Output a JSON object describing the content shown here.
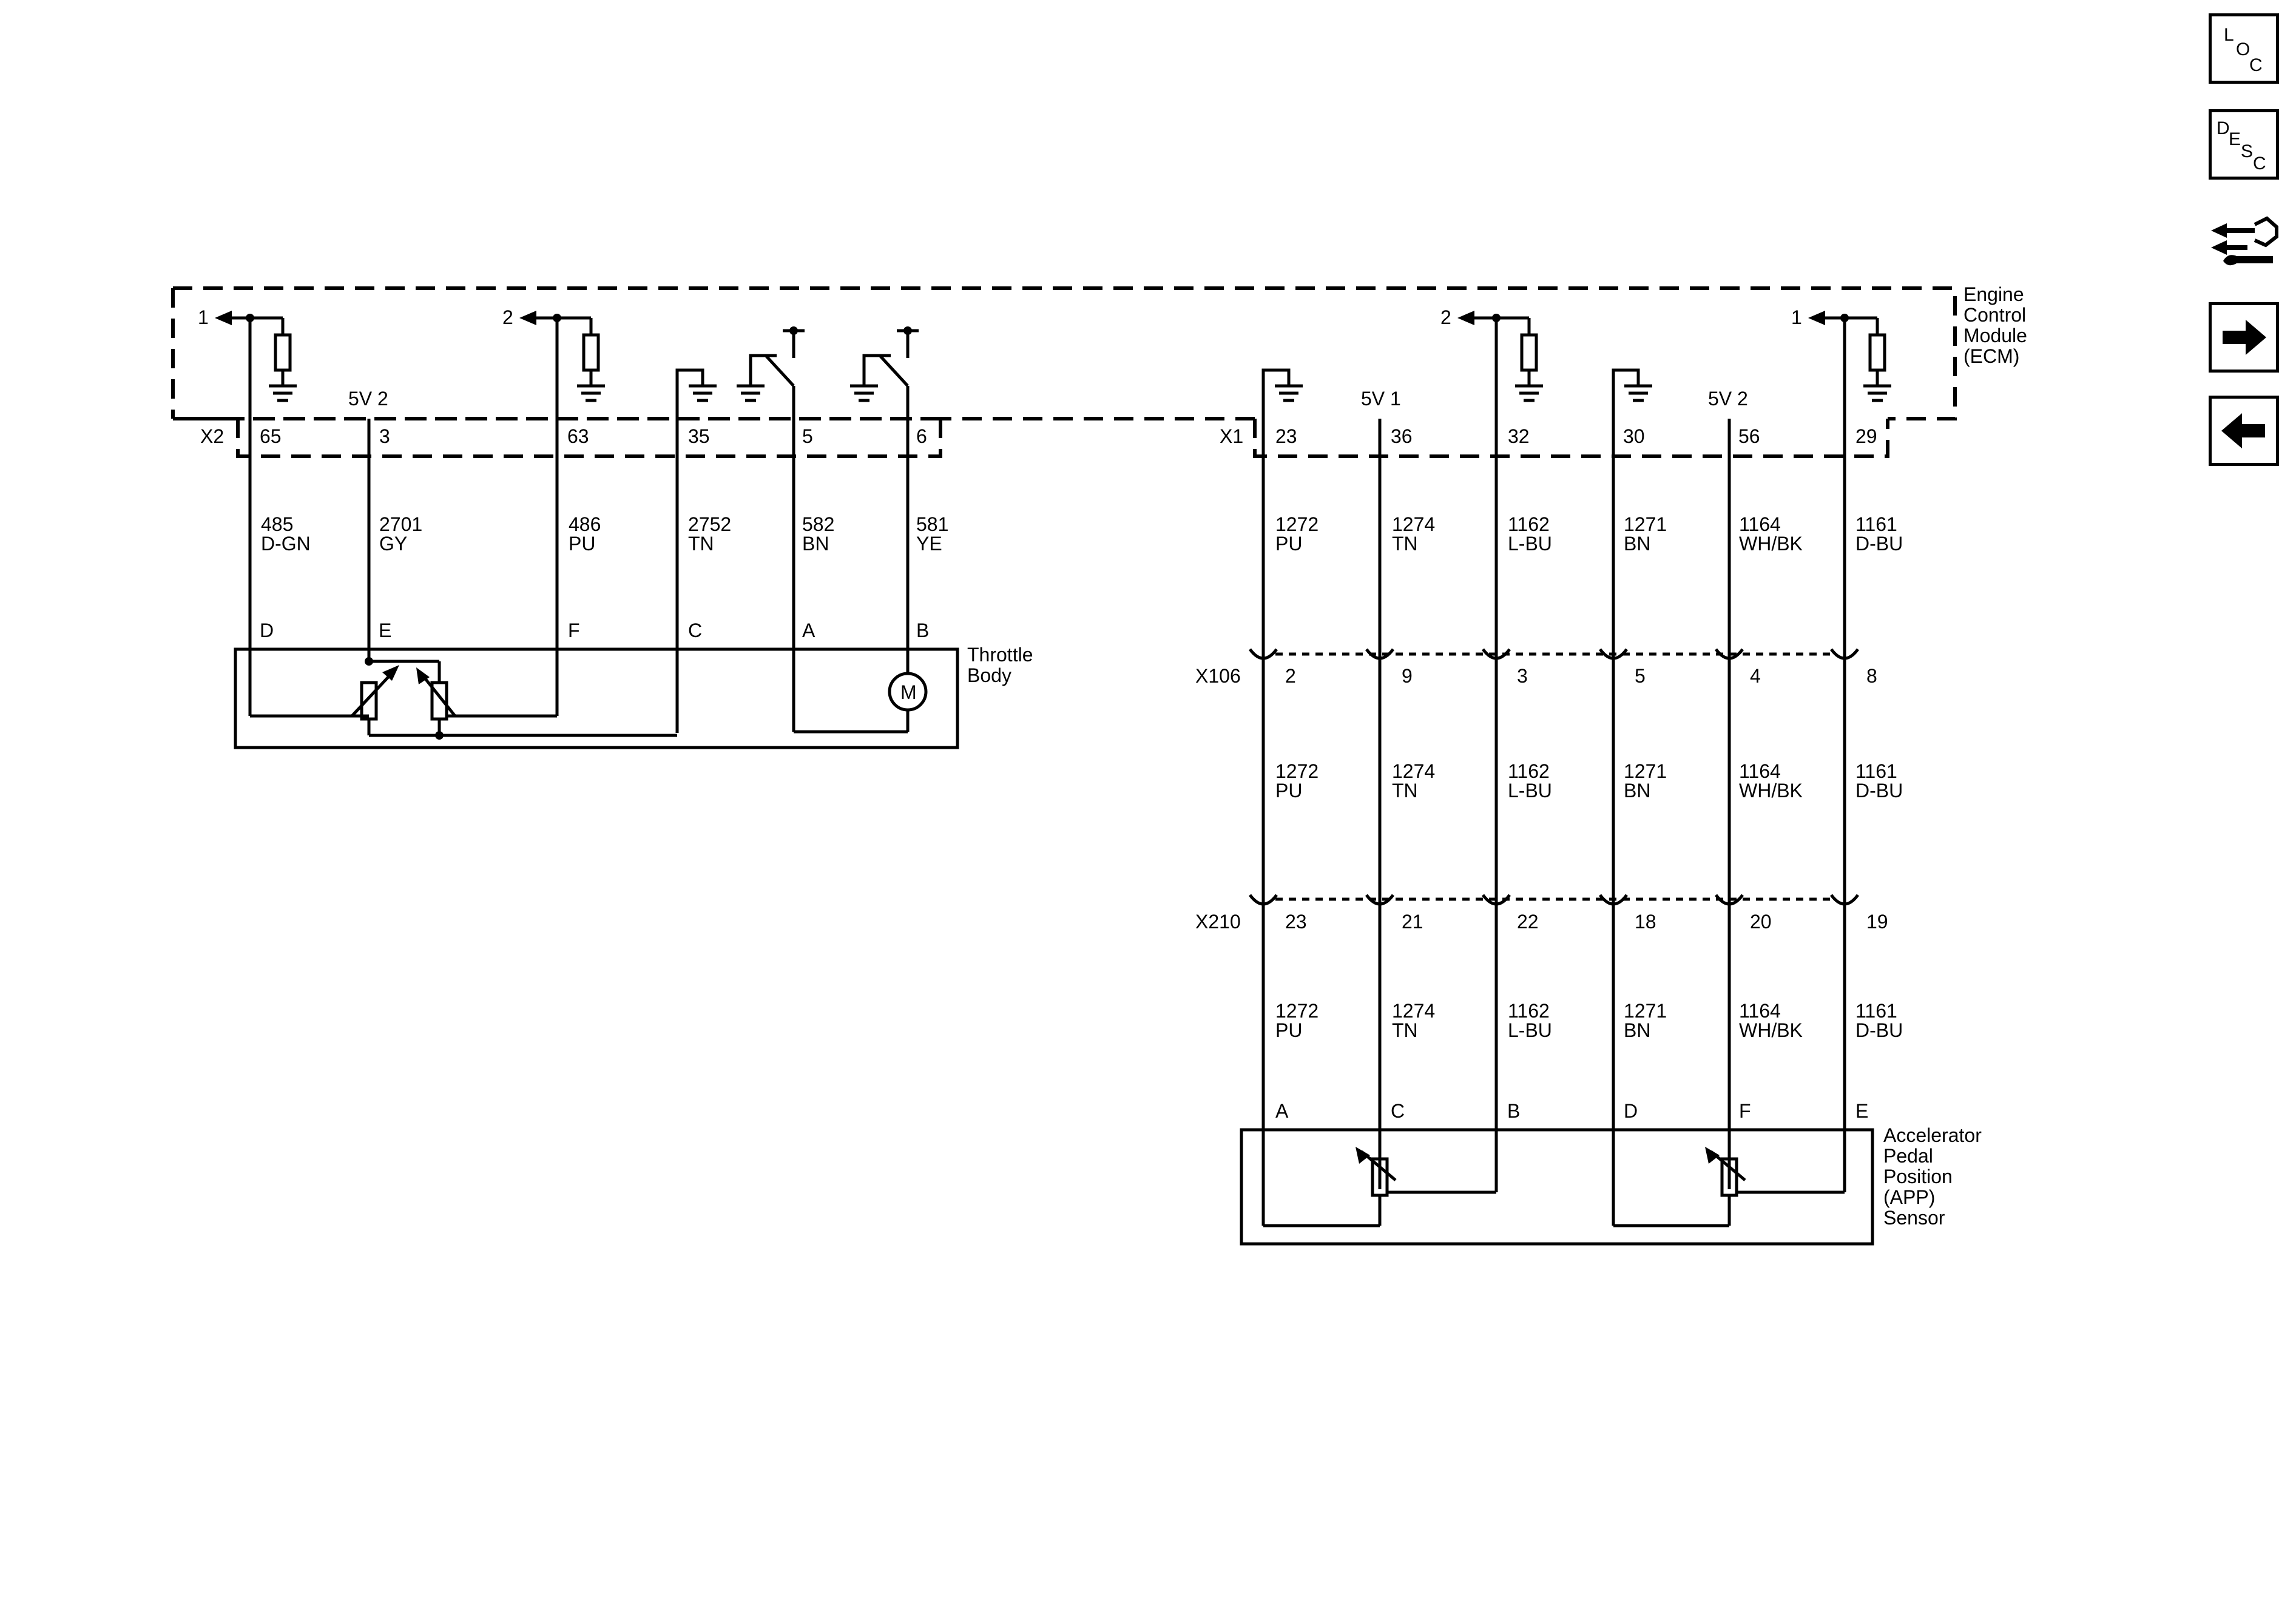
{
  "ecm": {
    "title_lines": [
      "Engine",
      "Control",
      "Module",
      "(ECM)"
    ],
    "left_connector": "X2",
    "right_connector": "X1",
    "left_pins": [
      "65",
      "3",
      "63",
      "35",
      "5",
      "6"
    ],
    "right_pins": [
      "23",
      "36",
      "32",
      "30",
      "56",
      "29"
    ],
    "left_ref_a": "1",
    "left_ref_b": "2",
    "right_ref_a": "2",
    "right_ref_b": "1",
    "left_5v": "5V 2",
    "right_5v_a": "5V 1",
    "right_5v_b": "5V 2"
  },
  "throttle": {
    "title_lines": [
      "Throttle",
      "Body"
    ],
    "wires": [
      {
        "circuit": "485",
        "color": "D-GN",
        "pin": "D"
      },
      {
        "circuit": "2701",
        "color": "GY",
        "pin": "E"
      },
      {
        "circuit": "486",
        "color": "PU",
        "pin": "F"
      },
      {
        "circuit": "2752",
        "color": "TN",
        "pin": "C"
      },
      {
        "circuit": "582",
        "color": "BN",
        "pin": "A"
      },
      {
        "circuit": "581",
        "color": "YE",
        "pin": "B"
      }
    ],
    "motor_label": "M"
  },
  "app": {
    "title_lines": [
      "Accelerator",
      "Pedal",
      "Position",
      "(APP)",
      "Sensor"
    ],
    "wires": [
      {
        "circuit": "1272",
        "color": "PU",
        "pin": "A"
      },
      {
        "circuit": "1274",
        "color": "TN",
        "pin": "C"
      },
      {
        "circuit": "1162",
        "color": "L-BU",
        "pin": "B"
      },
      {
        "circuit": "1271",
        "color": "BN",
        "pin": "D"
      },
      {
        "circuit": "1164",
        "color": "WH/BK",
        "pin": "F"
      },
      {
        "circuit": "1161",
        "color": "D-BU",
        "pin": "E"
      }
    ]
  },
  "inline_connectors": [
    {
      "name": "X106",
      "pins": [
        "2",
        "9",
        "3",
        "5",
        "4",
        "8"
      ]
    },
    {
      "name": "X210",
      "pins": [
        "23",
        "21",
        "22",
        "18",
        "20",
        "19"
      ]
    }
  ],
  "nav": {
    "loc": {
      "l": "L",
      "o": "O",
      "c": "C"
    },
    "desc": {
      "d": "D",
      "e": "E",
      "s": "S",
      "c": "C"
    }
  }
}
